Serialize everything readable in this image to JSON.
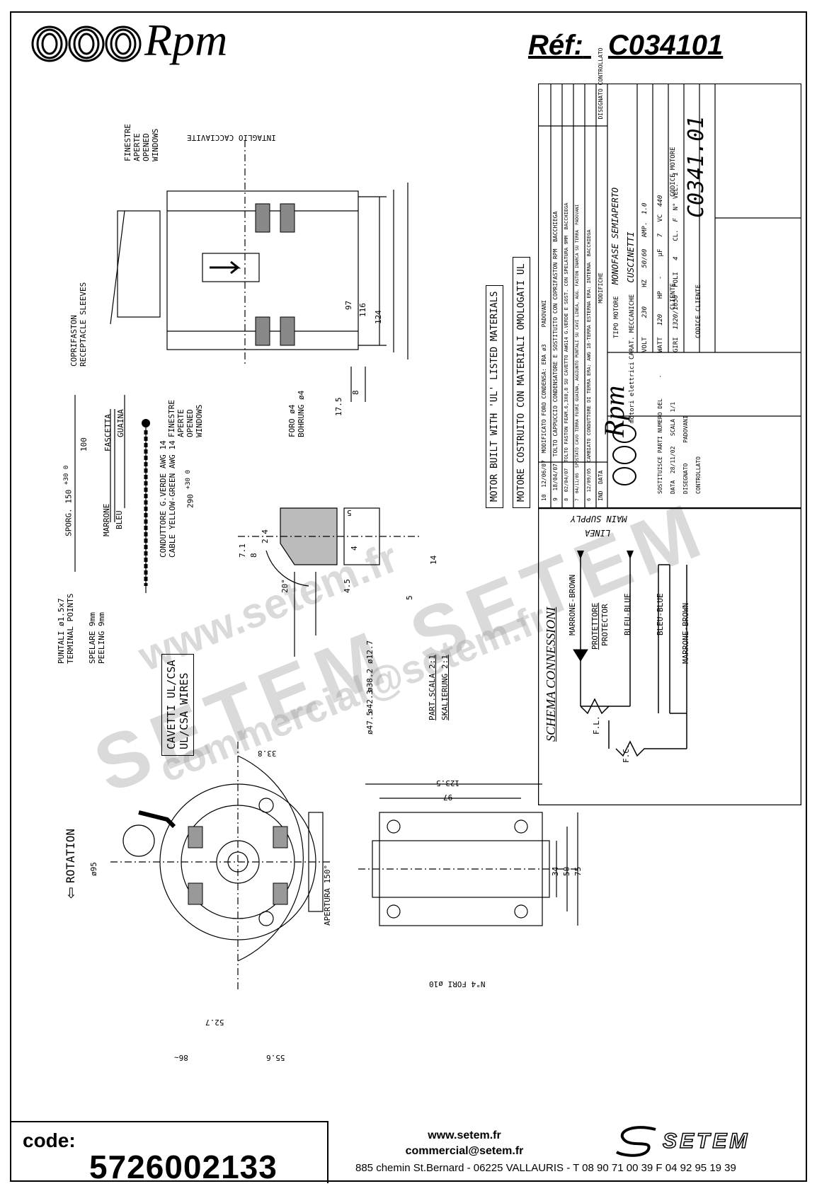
{
  "header": {
    "brand": "Rpm",
    "ref_label": "Réf:",
    "ref_value": "C034101"
  },
  "drawing_labels": {
    "intaglio": "INTAGLIO CACCIAVITE",
    "finestre_top": [
      "FINESTRE",
      "APERTE",
      "OPENED",
      "WINDOWS"
    ],
    "finestre_bottom": [
      "FINESTRE",
      "APERTE",
      "OPENED",
      "WINDOWS"
    ],
    "copri": [
      "COPRIFASTON",
      "RECEPTACLE SLEEVES"
    ],
    "foro": [
      "FORO ø4",
      "BOHRUNG ø4"
    ],
    "sporg": "SPORG. 150",
    "dim_100": "100",
    "dim_290": "290",
    "tol_30": "+30 0",
    "guaina": "GUAINA",
    "fascetta": "FASCETTA",
    "marrone": "MARRONE",
    "bleu": "BLEU",
    "conduttore": [
      "CONDUTTORE G.VERDE AWG 14",
      "CABLE YELLOW-GREEN AWG 14"
    ],
    "puntali": [
      "PUNTALI ø1.5x7",
      "TERMINAL POINTS"
    ],
    "spelare": [
      "SPELARE 9mm",
      "PEELING 9mm"
    ],
    "cavetti": [
      "CAVETTI UL/CSA",
      "UL/CSA WIRES"
    ],
    "motor_built": "MOTOR BUILT WITH 'UL' LISTED MATERIALS",
    "motore_costruito": "MOTORE COSTRUITO CON MATERIALI OMOLOGATI UL",
    "dim_97": "97",
    "dim_116": "116",
    "dim_124": "124",
    "dim_17_5": "17.5",
    "dim_8": "8",
    "part_scala": "PART.SCALA 2:1",
    "skalierung": "SKALIERUNG 2:1",
    "d12_7": "ø12.7",
    "d38_2": "ø38.2",
    "d42_3": "ø42.3",
    "d47_5": "ø47.5",
    "dim_14": "14",
    "dim_4_5": "4.5",
    "dim_2_4": "2.4",
    "dim_7_1": "7.1",
    "dim_20": "20°",
    "dim_5": "5",
    "rotation": "ROTATION",
    "d95": "ø95",
    "dim_33_8": "33.8",
    "apertura": "APERTURA 150°",
    "dim_52_7": "52.7",
    "dim_86": "86~",
    "dim_55_6": "55.6",
    "dim_123_5": "123.5",
    "dim_97b": "97",
    "dim_34": "34",
    "dim_50": "50",
    "dim_75": "75",
    "fori": "N°4 FORI ø10"
  },
  "title_block": {
    "revisions": [
      {
        "n": "10",
        "date": "12/06/07",
        "desc": "MODIFICATO FORO CONDENSA: ERA ø3",
        "by": "PADOVANI"
      },
      {
        "n": "9",
        "date": "18/04/07",
        "desc": "TOLTO CAPPUCCIO CONDENSATORE E SOSTITUITO CON COPRIFASTON RPM",
        "by": "BACCHIEGA"
      },
      {
        "n": "8",
        "date": "02/04/07",
        "desc": "TOLTO FASTON FEAM.6,3X0,8 SU CAVETTO AWG14 G.VERDE E SOST. CON SPELATURA 9MM",
        "by": "BACCHIEGA"
      },
      {
        "n": "7",
        "date": "04/11/05",
        "desc": "SPOSTATO CAVO TERRA FUORI GUAINA, AGGIUNTO PUNTALI SU CAVI LINEA, AGG. FASTON INARCA SU TERRA",
        "by": "PADOVANI"
      },
      {
        "n": "6",
        "date": "12/09/05",
        "desc": "CAMBIATO CONDUTTORE DI TERRA ERA: AWG 18-TERRA ESTERNA ERA: INTERNA",
        "by": "BACCHIEGA"
      }
    ],
    "rev_header": {
      "n": "IND",
      "date": "DATA",
      "desc": "MODIFICHE",
      "by": "DISEGNATO CONTROLLATO"
    },
    "tipo_motore_label": "TIPO MOTORE",
    "tipo_motore": "MONOFASE SEMIAPERTO",
    "carat_label": "CARAT. MECCANICHE",
    "carat": "CUSCINETTI",
    "volt_label": "VOLT",
    "volt": "230",
    "hz_label": "HZ",
    "hz": "50/60",
    "amp_label": "AMP.",
    "amp": "1.0",
    "watt_label": "WATT",
    "watt": "120",
    "hp_label": "HP",
    "hp": "-",
    "uf_label": "µF",
    "uf": "7",
    "vc_label": "VC",
    "vc": "440",
    "giri_label": "GIRI",
    "giri": "1320/1650",
    "poli_label": "POLI",
    "poli": "4",
    "cl_label": "CL.",
    "cl": "F",
    "nvel_label": "N° VEL.",
    "nvel": "1",
    "cliente_label": "CLIENTE",
    "codice_motore_label": "CODICE MOTORE",
    "codice_motore": "C0341.01",
    "codice_cliente_label": "CODICE CLIENTE",
    "brand": "Rpm",
    "brand_sub": "motori elettrici",
    "sostituisce_label": "SOSTITUISCE PARTI NUMERO DEL",
    "sostituisce": "-",
    "data_label": "DATA",
    "data": "28/11/02",
    "scala_label": "SCALA",
    "scala": "1/1",
    "disegnato_label": "DISEGNATO",
    "disegnato": "PADOVANI",
    "controllato_label": "CONTROLLATO"
  },
  "schema": {
    "title": "SCHEMA CONNESSIONI",
    "main_supply": "MAIN SUPPLY",
    "linea": "LINEA",
    "marrone_brown": "MARRONE-BROWN",
    "protettore": "PROTETTORE",
    "protector": "PROTECTOR",
    "bleu_blue": "BLEU-BLUE",
    "bleu_blue2": "BLEU-BLUE",
    "marrone_brown2": "MARRONE-BROWN",
    "fl": "F.L.",
    "fc": "F.C."
  },
  "watermark": {
    "line1": "www.setem.fr",
    "line2": "SETEM SETEM",
    "line3": "commercial@setem.fr"
  },
  "footer": {
    "code_label": "code:",
    "code_value": "5726002133",
    "web": "www.setem.fr",
    "email": "commercial@setem.fr",
    "address": "885 chemin St.Bernard  -  06225 VALLAURIS  -  T 08 90 71 00 39  F 04 92 95 19 39",
    "brand": "SETEM"
  }
}
